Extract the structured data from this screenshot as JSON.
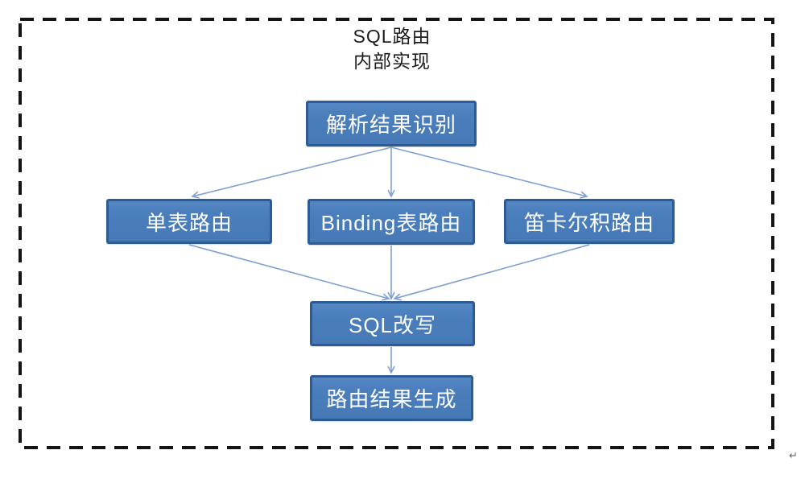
{
  "title": {
    "line1": "SQL路由",
    "line2": "内部实现"
  },
  "nodes": {
    "parse": {
      "label": "解析结果识别"
    },
    "single": {
      "label": "单表路由"
    },
    "binding": {
      "label": "Binding表路由"
    },
    "cartesian": {
      "label": "笛卡尔积路由"
    },
    "rewrite": {
      "label": "SQL改写"
    },
    "result": {
      "label": "路由结果生成"
    }
  },
  "edges": [
    {
      "from": "parse",
      "to": "single"
    },
    {
      "from": "parse",
      "to": "binding"
    },
    {
      "from": "parse",
      "to": "cartesian"
    },
    {
      "from": "single",
      "to": "rewrite"
    },
    {
      "from": "binding",
      "to": "rewrite"
    },
    {
      "from": "cartesian",
      "to": "rewrite"
    },
    {
      "from": "rewrite",
      "to": "result"
    }
  ],
  "colors": {
    "node_fill": "#4a7ebc",
    "node_border": "#2b5d94",
    "node_text": "#ffffff",
    "connector": "#7f9fd1",
    "frame": "#141414",
    "title_text": "#1c1c1c"
  },
  "footer": {
    "return_mark": "↵"
  }
}
